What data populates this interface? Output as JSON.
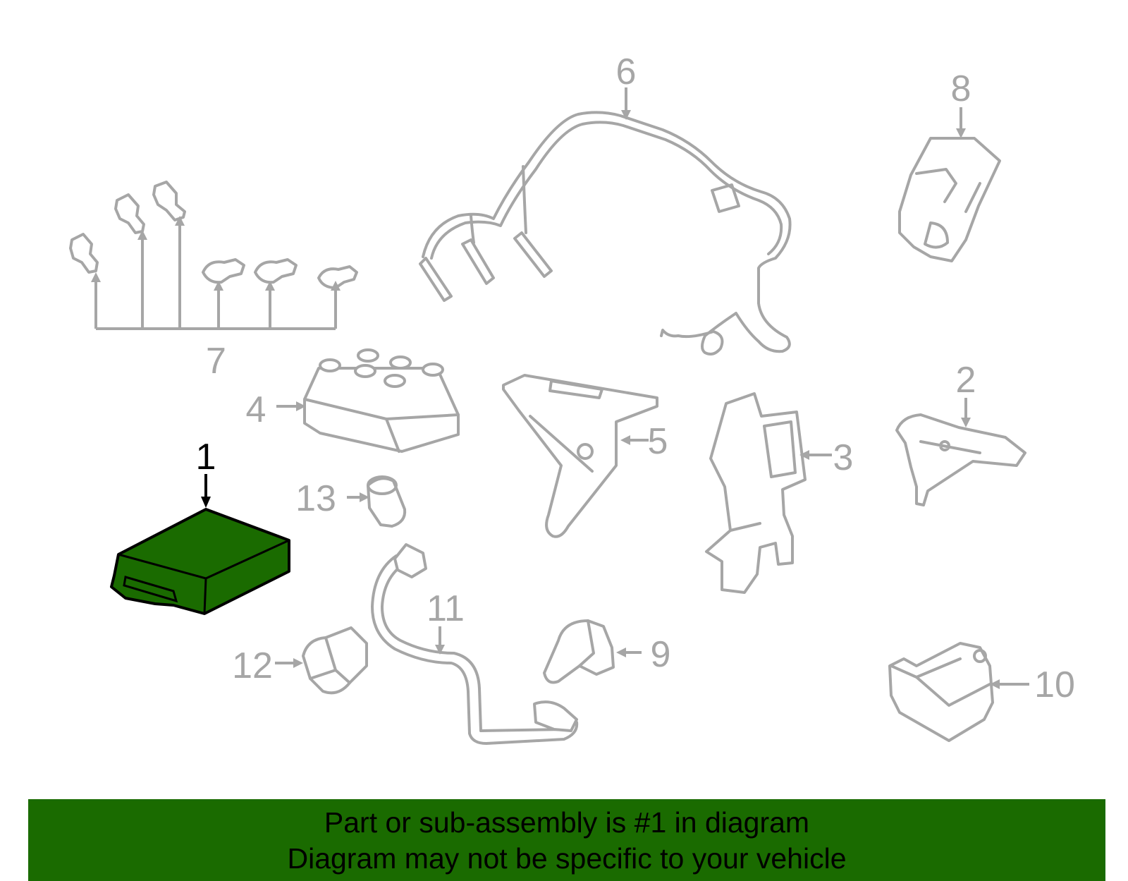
{
  "callouts": {
    "c1": "1",
    "c2": "2",
    "c3": "3",
    "c4": "4",
    "c5": "5",
    "c6": "6",
    "c7": "7",
    "c8": "8",
    "c9": "9",
    "c10": "10",
    "c11": "11",
    "c12": "12",
    "c13": "13"
  },
  "highlighted_part": "1",
  "colors": {
    "highlight_fill": "#1a6b00",
    "part_stroke": "#a6a6a6",
    "banner_bg": "#1a6b00"
  },
  "banner": {
    "line1": "Part or sub-assembly is #1 in diagram",
    "line2": "Diagram may not be specific to your vehicle"
  }
}
